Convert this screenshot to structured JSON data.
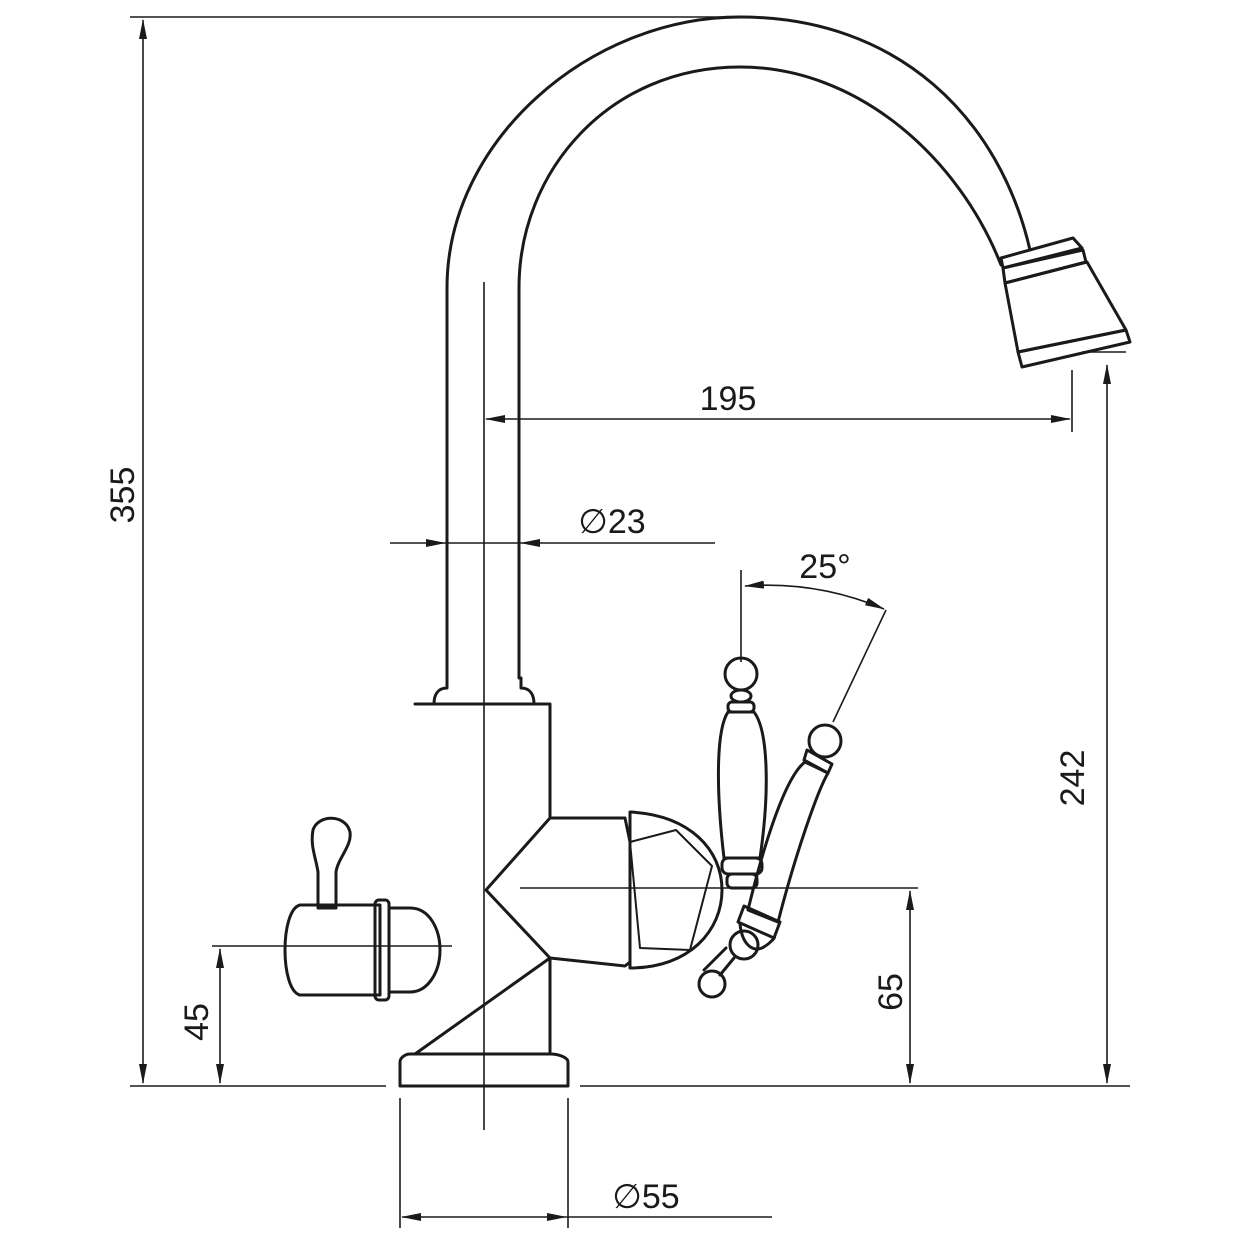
{
  "dimensions": {
    "total_height": "355",
    "spout_reach": "195",
    "tube_diameter": "∅23",
    "lever_angle": "25°",
    "outlet_height": "242",
    "lever_axis_height": "65",
    "side_handle_height": "45",
    "base_diameter": "∅55"
  },
  "colors": {
    "line": "#1a1a1a",
    "background": "#ffffff"
  }
}
